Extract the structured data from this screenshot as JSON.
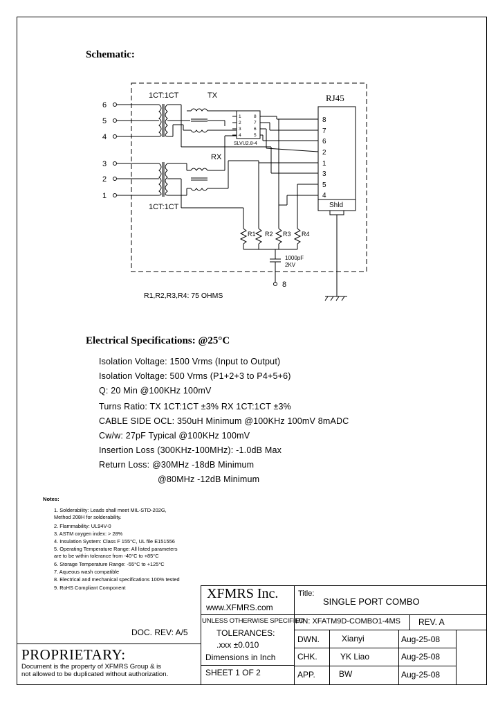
{
  "schematic": {
    "title": "Schematic:",
    "transformer_labels": {
      "top": "1CT:1CT",
      "bottom": "1CT:1CT",
      "tx": "TX",
      "rx": "RX"
    },
    "ic_label": "SLVU2.8-4",
    "ic_pins_left": [
      "1",
      "2",
      "3",
      "4"
    ],
    "ic_pins_right": [
      "8",
      "7",
      "6",
      "5"
    ],
    "connector_label": "RJ45",
    "connector_pins": [
      "8",
      "7",
      "6",
      "2",
      "1",
      "3",
      "5",
      "4"
    ],
    "shield_label": "Shld",
    "input_pins": [
      "6",
      "5",
      "4",
      "3",
      "2",
      "1"
    ],
    "resistors": [
      "R1",
      "R2",
      "R3",
      "R4"
    ],
    "capacitor": {
      "value": "1000pF",
      "voltage": "2KV"
    },
    "ground_pin": "8",
    "resistor_note": "R1,R2,R3,R4: 75 OHMS"
  },
  "electrical": {
    "title": "Electrical   Specifications: @25°C",
    "lines": [
      "Isolation Voltage:  1500 Vrms (Input to Output)",
      "Isolation Voltage:  500 Vrms (P1+2+3 to P4+5+6)",
      "Q: 20 Min @100KHz 100mV",
      "Turns Ratio: TX 1CT:1CT ±3% RX 1CT:1CT ±3%",
      "CABLE SIDE OCL: 350uH Minimum @100KHz 100mV 8mADC",
      "Cw/w: 27pF Typical @100KHz 100mV",
      "Insertion Loss (300KHz-100MHz): -1.0dB Max",
      "Return Loss: @30MHz   -18dB Minimum",
      "@80MHz   -12dB Minimum"
    ]
  },
  "notes": {
    "title": "Notes:",
    "lines": [
      "1. Solderability: Leads shall meet MIL-STD-202G,",
      "    Method 208H for solderability.",
      "2. Flammability: UL94V-0",
      "3. ASTM oxygen index: > 28%",
      "4. Insulation System: Class F 155°C, UL file E151556",
      "5. Operating Temperature Range: All listed parameters",
      "    are to be within tolerance from -40°C to +85°C",
      "6. Storage Temperature Range: -55°C to +125°C",
      "7. Aqueous wash compatible",
      "8. Electrical and mechanical specifications 100% tested",
      "9. RoHS Compliant Component"
    ]
  },
  "title_block": {
    "company": "XFMRS Inc.",
    "website": "www.XFMRS.com",
    "title_label": "Title:",
    "title_value": "SINGLE PORT COMBO",
    "tolerance_header": "UNLESS OTHERWISE SPECIFIED",
    "tolerances_label": "TOLERANCES:",
    "tolerance_value": ".xxx ±0.010",
    "dimensions": "Dimensions in Inch",
    "sheet": "SHEET  1  OF  2",
    "pn": "P/N: XFATM9D-COMBO1-4MS",
    "rev": "REV. A",
    "dwn_label": "DWN.",
    "dwn_name": "Xianyi",
    "dwn_date": "Aug-25-08",
    "chk_label": "CHK.",
    "chk_name": "YK Liao",
    "chk_date": "Aug-25-08",
    "app_label": "APP.",
    "app_name": "BW",
    "app_date": "Aug-25-08"
  },
  "doc_rev": "DOC. REV: A/5",
  "proprietary": {
    "title": "PROPRIETARY:",
    "line1": "Document is the property of XFMRS Group & is",
    "line2": "not allowed to be duplicated without authorization."
  }
}
